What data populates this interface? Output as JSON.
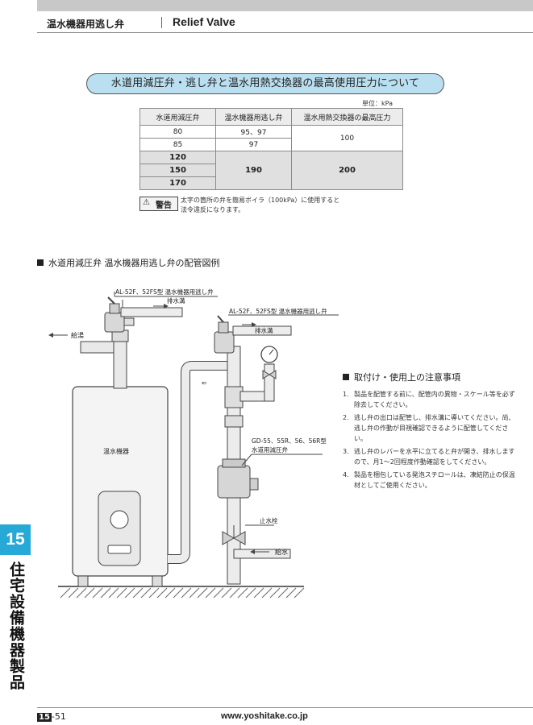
{
  "header": {
    "title_jp": "温水機器用逃し弁",
    "title_en": "Relief Valve"
  },
  "pressure_section": {
    "title": "水道用減圧弁・逃し弁と温水用熱交換器の最高使用圧力について",
    "unit": "単位：kPa",
    "columns": [
      "水道用減圧弁",
      "温水機器用逃し弁",
      "温水用熱交換器の最高圧力"
    ],
    "rows": {
      "r1_col1": "80",
      "r1_col2": "95、97",
      "r2_col1": "85",
      "r2_col2": "97",
      "r12_col3": "100",
      "r3_col1": "120",
      "r4_col1": "150",
      "r5_col1": "170",
      "r35_col2": "190",
      "r35_col3": "200"
    },
    "warning_label": "警告",
    "warning_line1": "太字の箇所の弁を簡易ボイラ（100kPa）に使用すると",
    "warning_line2": "法令違反になります。"
  },
  "diagram": {
    "title": "水道用減圧弁 温水機器用逃し弁の配管図例",
    "label_valve1": "AL-52F、52FS型 温水機器用逃し弁",
    "label_drain1": "排水溝",
    "label_valve2": "AL-52F、52FS型 温水機器用逃し弁",
    "label_drain2": "排水溝",
    "label_hot_water": "給湯",
    "label_heater": "温水機器",
    "label_reducer1": "GD-55、55R、56、56R型",
    "label_reducer2": "水道用減圧弁",
    "label_stop_valve": "止水栓",
    "label_supply": "給水"
  },
  "notes": {
    "title": "取付け・使用上の注意事項",
    "items": [
      {
        "num": "1.",
        "text": "製品を配管する前に、配管内の異物・スケール等を必ず除去してください。"
      },
      {
        "num": "2.",
        "text": "逃し弁の出口は配管し、排水溝に導いてください。尚、逃し弁の作動が目視確認できるように配管してください。"
      },
      {
        "num": "3.",
        "text": "逃し弁のレバーを水平に立てると弁が開き、排水しますので、月1～2回程度作動確認をしてください。"
      },
      {
        "num": "4.",
        "text": "製品を梱包している発泡スチロールは、凍結防止の保温材としてご使用ください。"
      }
    ]
  },
  "sidebar": {
    "chapter_number": "15",
    "chapter_title": "住宅設備機器製品"
  },
  "footer": {
    "page_chapter": "15",
    "page_number": "-51",
    "url": "www.yoshitake.co.jp"
  },
  "colors": {
    "accent_blue": "#27a9d8",
    "pill_blue": "#b9dff0"
  }
}
